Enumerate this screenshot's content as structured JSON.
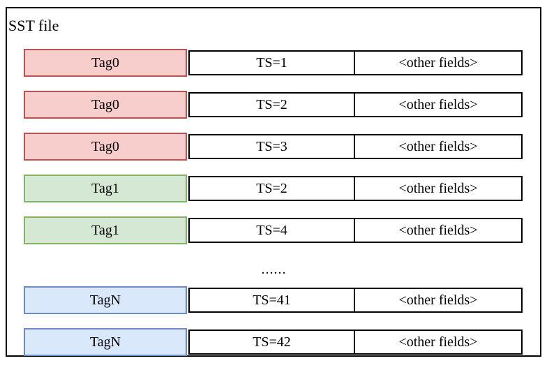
{
  "title": "SST file",
  "diagram": {
    "colors": {
      "red": {
        "fill": "#f8cecc",
        "stroke": "#b85450"
      },
      "green": {
        "fill": "#d5e8d4",
        "stroke": "#82b366"
      },
      "blue": {
        "fill": "#dae8fc",
        "stroke": "#6c8ebf"
      },
      "record": {
        "fill": "#ffffff",
        "stroke": "#000000"
      },
      "outer_border": "#000000"
    },
    "rows": [
      {
        "type": "record",
        "tag": "Tag0",
        "ts": "TS=1",
        "other": "<other fields>",
        "color": "red"
      },
      {
        "type": "record",
        "tag": "Tag0",
        "ts": "TS=2",
        "other": "<other fields>",
        "color": "red"
      },
      {
        "type": "record",
        "tag": "Tag0",
        "ts": "TS=3",
        "other": "<other fields>",
        "color": "red"
      },
      {
        "type": "record",
        "tag": "Tag1",
        "ts": "TS=2",
        "other": "<other fields>",
        "color": "green"
      },
      {
        "type": "record",
        "tag": "Tag1",
        "ts": "TS=4",
        "other": "<other fields>",
        "color": "green"
      },
      {
        "type": "ellipsis",
        "label": "......"
      },
      {
        "type": "record",
        "tag": "TagN",
        "ts": "TS=41",
        "other": "<other fields>",
        "color": "blue"
      },
      {
        "type": "record",
        "tag": "TagN",
        "ts": "TS=42",
        "other": "<other fields>",
        "color": "blue"
      }
    ]
  }
}
